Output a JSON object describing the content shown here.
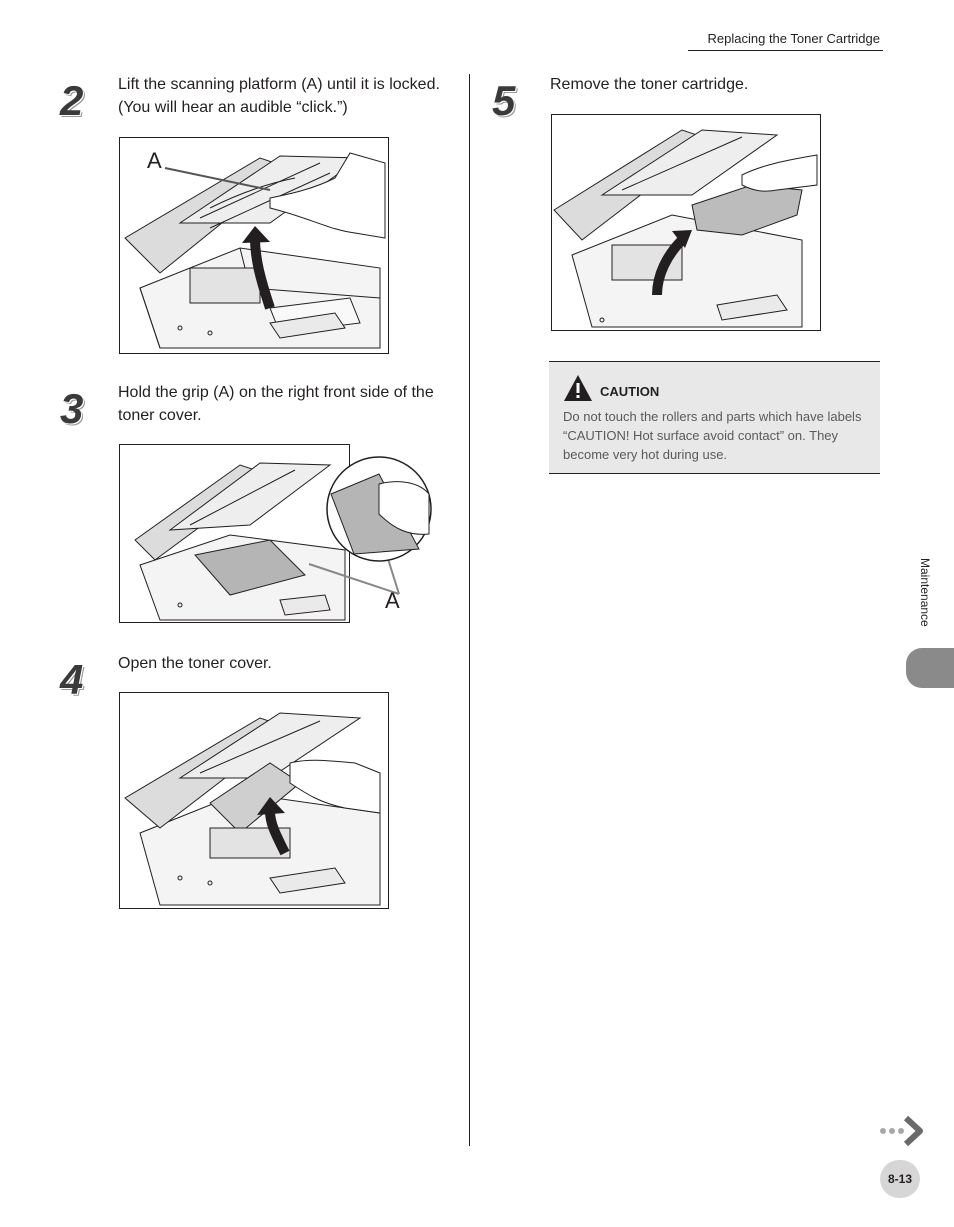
{
  "header": {
    "title": "Replacing the Toner Cartridge"
  },
  "steps": [
    {
      "number": "2",
      "text": "Lift the scanning platform (A) until it is locked. (You will hear an audible “click.”)",
      "callout": "A"
    },
    {
      "number": "3",
      "text": "Hold the grip (A) on the right front side of the toner cover.",
      "callout": "A"
    },
    {
      "number": "4",
      "text": "Open the toner cover."
    },
    {
      "number": "5",
      "text": "Remove the toner cartridge."
    }
  ],
  "caution": {
    "title": "CAUTION",
    "body": "Do not touch the rollers and parts which have labels “CAUTION! Hot surface avoid contact” on. They become very hot during use.",
    "icon": "warning-triangle-icon"
  },
  "sidebar": {
    "section_label": "Maintenance"
  },
  "footer": {
    "page_number": "8-13",
    "next_icon": "next-page-arrow-icon"
  },
  "colors": {
    "caution_bg": "#e8e8e8",
    "tab": "#8a8a8a",
    "badge": "#d6d6d6"
  }
}
